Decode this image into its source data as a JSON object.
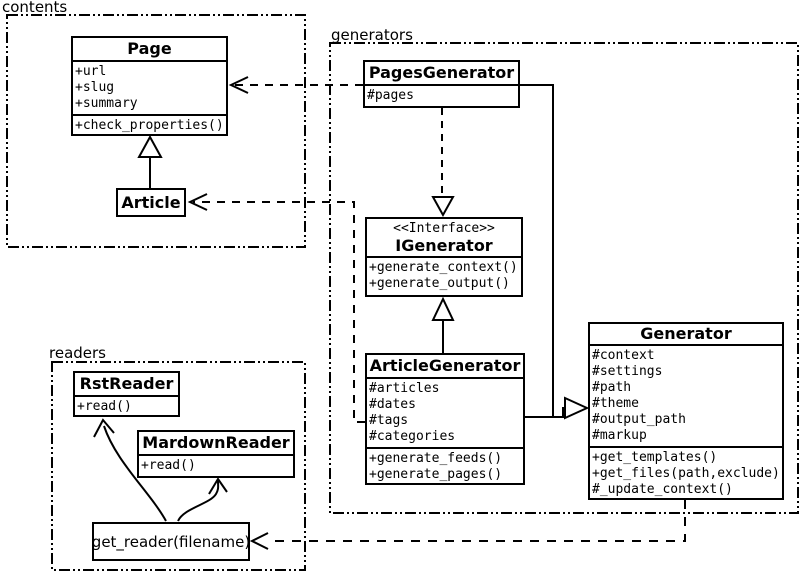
{
  "packages": {
    "contents": {
      "label": "contents"
    },
    "generators": {
      "label": "generators"
    },
    "readers": {
      "label": "readers"
    }
  },
  "classes": {
    "page": {
      "title": "Page",
      "attributes": [
        "+url",
        "+slug",
        "+summary"
      ],
      "methods": [
        "+check_properties()"
      ]
    },
    "article": {
      "title": "Article"
    },
    "pages_generator": {
      "title": "PagesGenerator",
      "attributes": [
        "#pages"
      ]
    },
    "igenerator": {
      "stereotype": "<<Interface>>",
      "title": "IGenerator",
      "methods": [
        "+generate_context()",
        "+generate_output()"
      ]
    },
    "article_generator": {
      "title": "ArticleGenerator",
      "attributes": [
        "#articles",
        "#dates",
        "#tags",
        "#categories"
      ],
      "methods": [
        "+generate_feeds()",
        "+generate_pages()"
      ]
    },
    "generator": {
      "title": "Generator",
      "attributes": [
        "#context",
        "#settings",
        "#path",
        "#theme",
        "#output_path",
        "#markup"
      ],
      "methods": [
        "+get_templates()",
        "+get_files(path,exclude)",
        "#_update_context()"
      ]
    },
    "rst_reader": {
      "title": "RstReader",
      "methods": [
        "+read()"
      ]
    },
    "mardown_reader": {
      "title": "MardownReader",
      "methods": [
        "+read()"
      ]
    },
    "get_reader": {
      "label": "get_reader(filename)"
    }
  },
  "colors": {
    "line": "#000000",
    "background": "#ffffff"
  }
}
